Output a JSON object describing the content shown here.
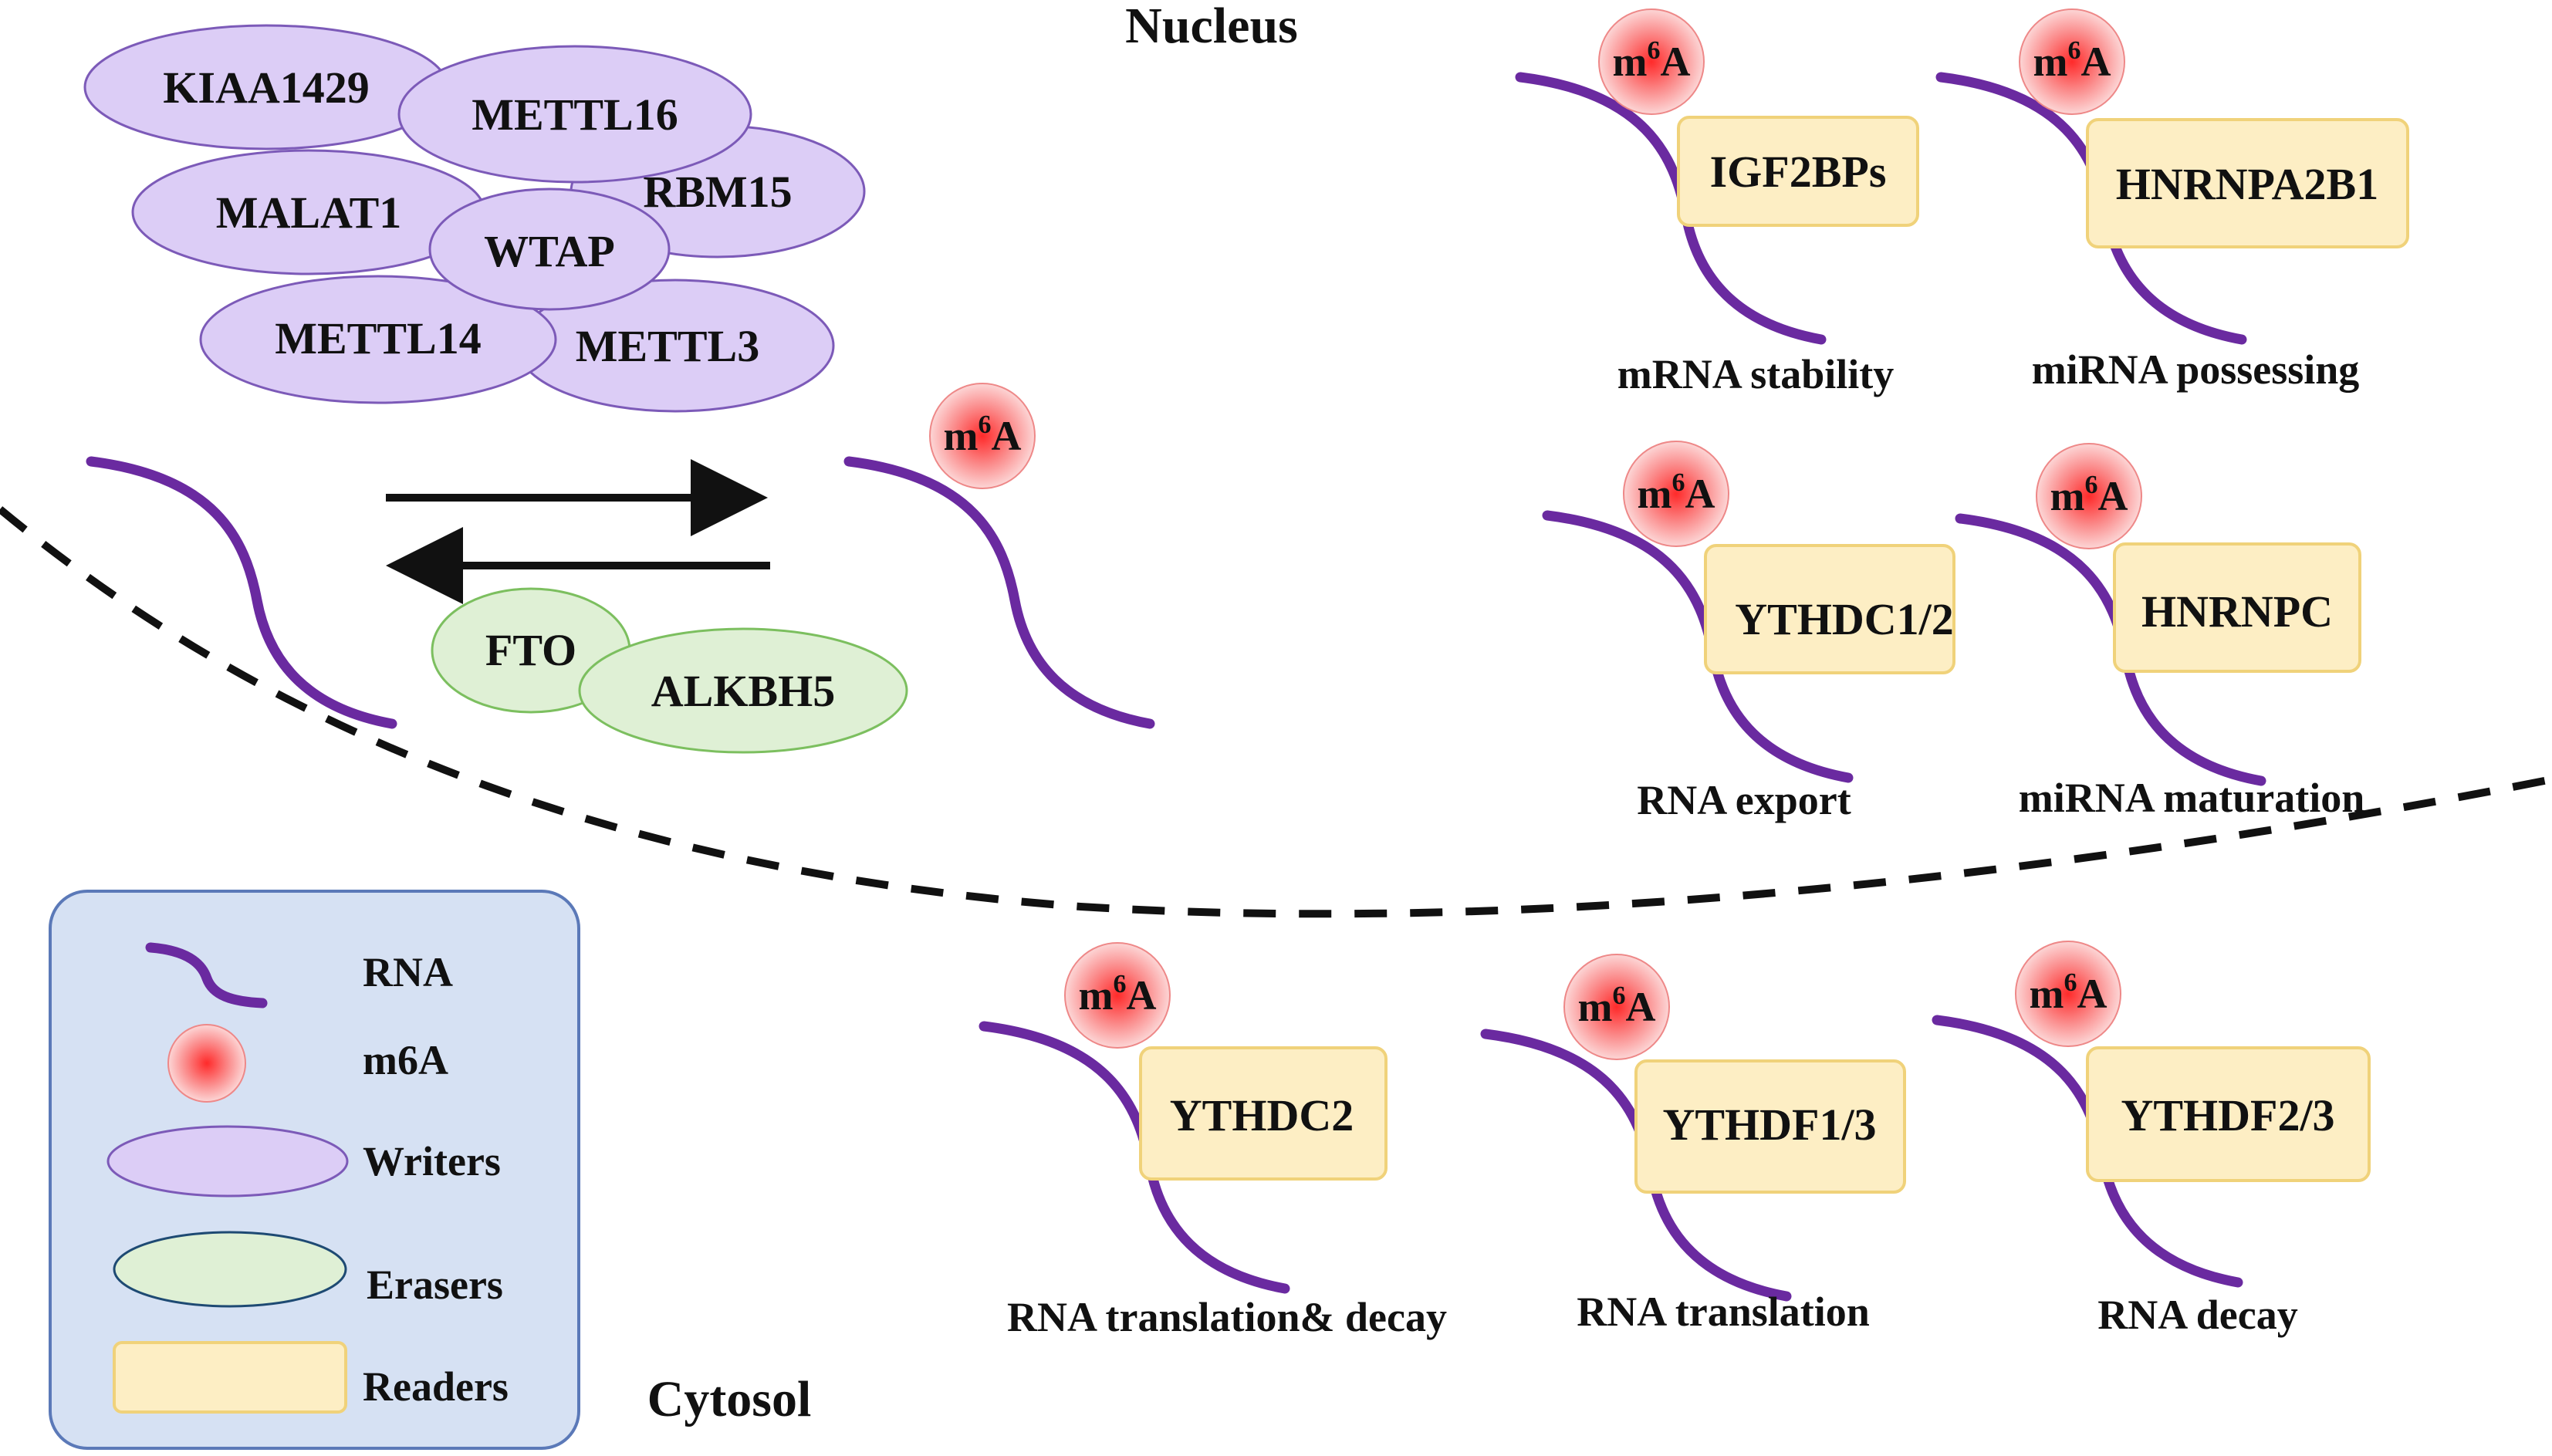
{
  "regions": {
    "nucleus": "Nucleus",
    "cytosol": "Cytosol"
  },
  "mark": {
    "base": "m",
    "sup": "6",
    "tail": "A"
  },
  "writers": [
    "KIAA1429",
    "METTL16",
    "MALAT1",
    "RBM15",
    "WTAP",
    "METTL14",
    "METTL3"
  ],
  "erasers": [
    "FTO",
    "ALKBH5"
  ],
  "readers": [
    {
      "name": "IGF2BPs",
      "function": "mRNA stability"
    },
    {
      "name": "HNRNPA2B1",
      "function": "miRNA possessing"
    },
    {
      "name": "YTHDC1/2",
      "function": "RNA export"
    },
    {
      "name": "HNRNPC",
      "function": "miRNA maturation"
    },
    {
      "name": "YTHDC2",
      "function": "RNA translation& decay"
    },
    {
      "name": "YTHDF1/3",
      "function": "RNA translation"
    },
    {
      "name": "YTHDF2/3",
      "function": "RNA decay"
    }
  ],
  "legend": {
    "rna": "RNA",
    "m6a": "m6A",
    "writers": "Writers",
    "erasers": "Erasers",
    "readers": "Readers"
  },
  "colors": {
    "rna": "#6a2aa0",
    "writer_fill": "#dccdf6",
    "writer_stroke": "#7c5ab8",
    "eraser_fill": "#dff0d5",
    "eraser_stroke": "#7cbf5f",
    "reader_fill": "#fdeec4",
    "reader_stroke": "#f0d27a",
    "m6a": "#f36a6a",
    "legend_bg": "#d6e1f3",
    "legend_stroke": "#5b79b8"
  }
}
